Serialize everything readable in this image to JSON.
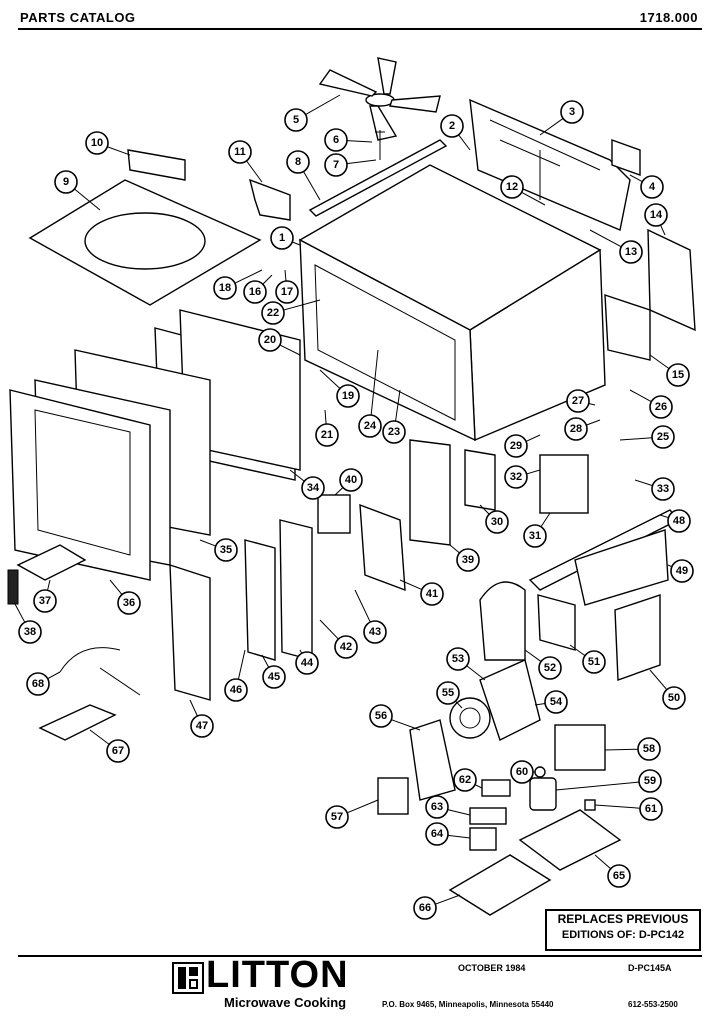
{
  "header": {
    "left": "PARTS  CATALOG",
    "right": "1718.000"
  },
  "callouts": [
    "1",
    "2",
    "3",
    "4",
    "5",
    "6",
    "7",
    "8",
    "9",
    "10",
    "11",
    "12",
    "13",
    "14",
    "15",
    "16",
    "17",
    "18",
    "19",
    "20",
    "21",
    "22",
    "23",
    "24",
    "25",
    "26",
    "27",
    "28",
    "29",
    "30",
    "31",
    "32",
    "33",
    "34",
    "35",
    "36",
    "37",
    "38",
    "39",
    "40",
    "41",
    "42",
    "43",
    "44",
    "45",
    "46",
    "47",
    "48",
    "49",
    "50",
    "51",
    "52",
    "53",
    "54",
    "55",
    "56",
    "57",
    "58",
    "59",
    "60",
    "61",
    "62",
    "63",
    "64",
    "65",
    "66",
    "67",
    "68"
  ],
  "replaces": {
    "line1": "REPLACES PREVIOUS",
    "line2_label": "EDITIONS OF:",
    "line2_value": "D-PC142"
  },
  "footer": {
    "date": "OCTOBER 1984",
    "doc": "D-PC145A",
    "brand": "LITTON",
    "tagline": "Microwave Cooking",
    "address": "P.O. Box 9465, Minneapolis, Minnesota 55440",
    "phone": "612-553-2500"
  }
}
